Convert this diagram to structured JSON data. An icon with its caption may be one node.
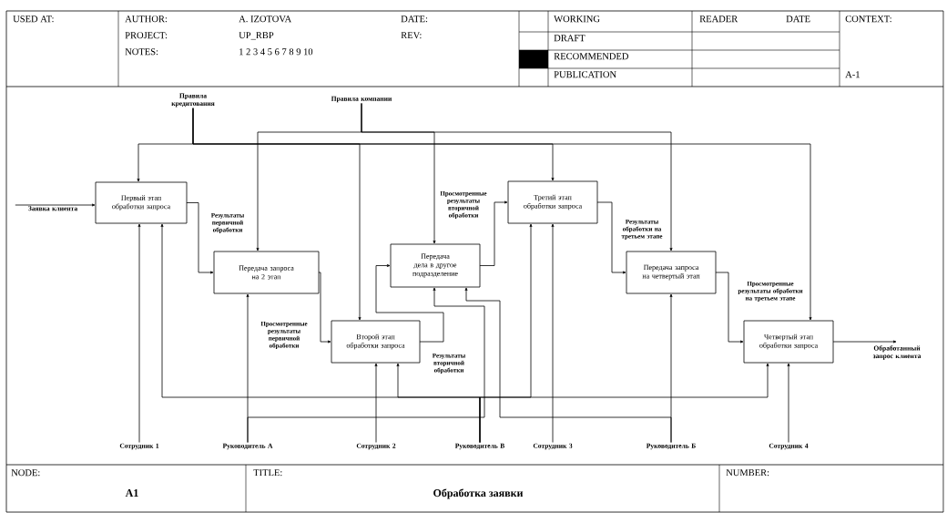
{
  "diagram": {
    "title": "Обработка заявки",
    "nodes": [
      {
        "text": [
          "Первый этап обработки запроса"
        ]
      },
      {
        "text": [
          "Передача запроса на 2 этап"
        ]
      },
      {
        "text": [
          "Второй этап обработки запроса"
        ]
      },
      {
        "text": [
          "Передача дела в другое подразделение"
        ]
      },
      {
        "text": [
          "Третий этап обработки запроса"
        ]
      },
      {
        "text": [
          "Передача запроса на четвертый этап"
        ]
      },
      {
        "text": [
          "Четвертый этап обработки запроса"
        ]
      },
      {
        "text": [
          "Правила кредитования"
        ]
      },
      {
        "text": [
          "Правила компании"
        ]
      },
      {
        "text": [
          "Заявка клиента"
        ]
      },
      {
        "text": [
          "Обработанный запрос клиента"
        ]
      },
      {
        "text": [
          "Сотрудник 1"
        ]
      },
      {
        "text": [
          "Руководитель А"
        ]
      },
      {
        "text": [
          "Сотрудник 2"
        ]
      },
      {
        "text": [
          "Руководитель В"
        ]
      },
      {
        "text": [
          "Сотрудник 3"
        ]
      },
      {
        "text": [
          "Руководитель Б"
        ]
      },
      {
        "text": [
          "Сотрудник 4"
        ]
      }
    ],
    "edges": [
      {
        "from": 9,
        "to": 0,
        "arrow": "to"
      },
      {
        "from": 0,
        "to": 1,
        "arrow": "to",
        "label": "Результаты первичной обработки"
      },
      {
        "from": 1,
        "to": 2,
        "arrow": "to",
        "label": "Просмотренные результаты первичной обработки"
      },
      {
        "from": 2,
        "to": 3,
        "arrow": "to",
        "label": "Результаты вторичной обработки"
      },
      {
        "from": 3,
        "to": 4,
        "arrow": "to",
        "label": "Просмотренные результаты вторичной обработки"
      },
      {
        "from": 4,
        "to": 5,
        "arrow": "to",
        "label": "Результаты обработки на третьем этапе"
      },
      {
        "from": 5,
        "to": 6,
        "arrow": "to",
        "label": "Просмотренные результаты обработки на третьем этапе"
      },
      {
        "from": 6,
        "to": 10,
        "arrow": "to"
      },
      {
        "from": 7,
        "to": 0,
        "arrow": "to"
      },
      {
        "from": 7,
        "to": 2,
        "arrow": "to"
      },
      {
        "from": 7,
        "to": 4,
        "arrow": "to"
      },
      {
        "from": 7,
        "to": 6,
        "arrow": "to"
      },
      {
        "from": 8,
        "to": 1,
        "arrow": "to"
      },
      {
        "from": 8,
        "to": 3,
        "arrow": "to"
      },
      {
        "from": 8,
        "to": 5,
        "arrow": "to"
      },
      {
        "from": 11,
        "to": 0,
        "arrow": "to"
      },
      {
        "from": 12,
        "to": 1,
        "arrow": "to"
      },
      {
        "from": 12,
        "to": 3,
        "arrow": "to"
      },
      {
        "from": 13,
        "to": 2,
        "arrow": "to"
      },
      {
        "from": 14,
        "to": 0,
        "arrow": "to"
      },
      {
        "from": 14,
        "to": 2,
        "arrow": "to"
      },
      {
        "from": 14,
        "to": 4,
        "arrow": "to"
      },
      {
        "from": 14,
        "to": 6,
        "arrow": "to"
      },
      {
        "from": 15,
        "to": 4,
        "arrow": "to"
      },
      {
        "from": 16,
        "to": 5,
        "arrow": "to"
      },
      {
        "from": 16,
        "to": 3,
        "arrow": "to"
      },
      {
        "from": 17,
        "to": 6,
        "arrow": "to"
      }
    ],
    "labels": [
      "USED AT:",
      "AUTHOR:",
      "A. IZOTOVA",
      "DATE:",
      "WORKING",
      "READER",
      "DATE",
      "CONTEXT:",
      "PROJECT:",
      "UP_RBP",
      "REV:",
      "DRAFT",
      "NOTES:",
      "1 2 3 4 5 6 7 8 9 10",
      "RECOMMENDED",
      "PUBLICATION",
      "A-1",
      "NODE:",
      "A1",
      "TITLE:",
      "NUMBER:"
    ]
  }
}
